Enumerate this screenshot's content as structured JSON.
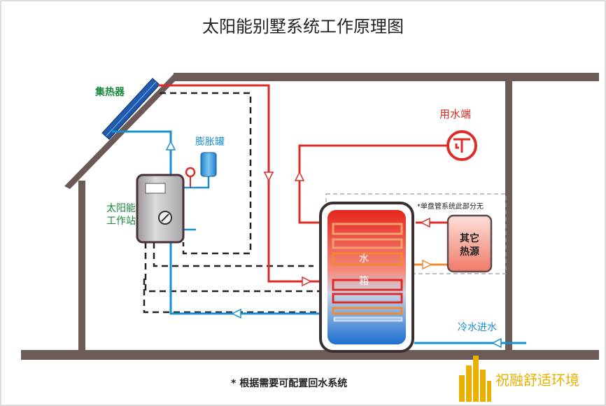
{
  "title": "太阳能别墅系统工作原理图",
  "labels": {
    "collector": "集热器",
    "expansion_tank": "膨胀罐",
    "station_line1": "太阳能",
    "station_line2": "工作站",
    "tap_end": "用水端",
    "single_coil_note": "*单盘管系统此部分无",
    "other_heat_line1": "其它",
    "other_heat_line2": "热源",
    "tank_char1": "水",
    "tank_char2": "箱",
    "cold_inlet": "冷水进水",
    "footnote": "* 根据需要可配置回水系统",
    "brand": "祝融舒适环境"
  },
  "colors": {
    "hot_pipe": "#dd2b27",
    "cold_pipe": "#1a8fd0",
    "wall": "#6b5a55",
    "label_green": "#17893b",
    "label_blue": "#1a8fd0",
    "label_red": "#d62a25",
    "brand_gold": "#e8b100"
  }
}
